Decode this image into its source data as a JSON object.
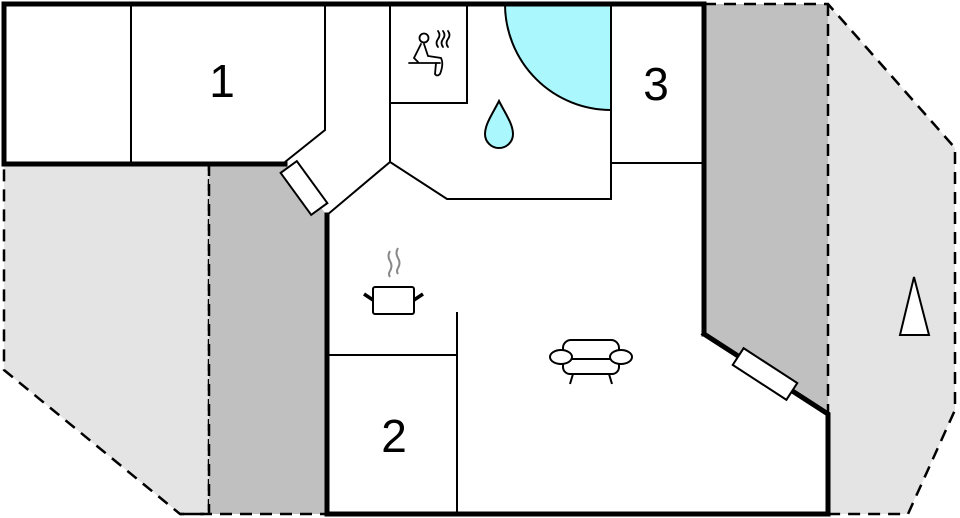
{
  "diagram": {
    "type": "floor-plan",
    "colors": {
      "background": "#ffffff",
      "wall": "#000000",
      "terrace_light": "#e4e4e4",
      "terrace_dark": "#c0c0c0",
      "pool_water": "#aaf8fd",
      "room_fill": "#ffffff"
    },
    "rooms": [
      {
        "id": "bedroom-1",
        "label": "1"
      },
      {
        "id": "bedroom-2",
        "label": "2"
      },
      {
        "id": "bedroom-3",
        "label": "3"
      }
    ],
    "icons": [
      {
        "name": "sauna-icon",
        "area": "sauna"
      },
      {
        "name": "water-drop-icon",
        "area": "bathroom"
      },
      {
        "name": "cooking-pot-icon",
        "area": "kitchen"
      },
      {
        "name": "armchair-icon",
        "area": "living-room"
      },
      {
        "name": "north-arrow-icon",
        "area": "terrace-east"
      }
    ],
    "features": [
      {
        "name": "whirlpool-quarter-circle"
      },
      {
        "name": "terrace-west-covered"
      },
      {
        "name": "terrace-west-open"
      },
      {
        "name": "terrace-east-covered"
      },
      {
        "name": "terrace-east-open"
      },
      {
        "name": "door-west"
      },
      {
        "name": "door-east"
      }
    ]
  }
}
